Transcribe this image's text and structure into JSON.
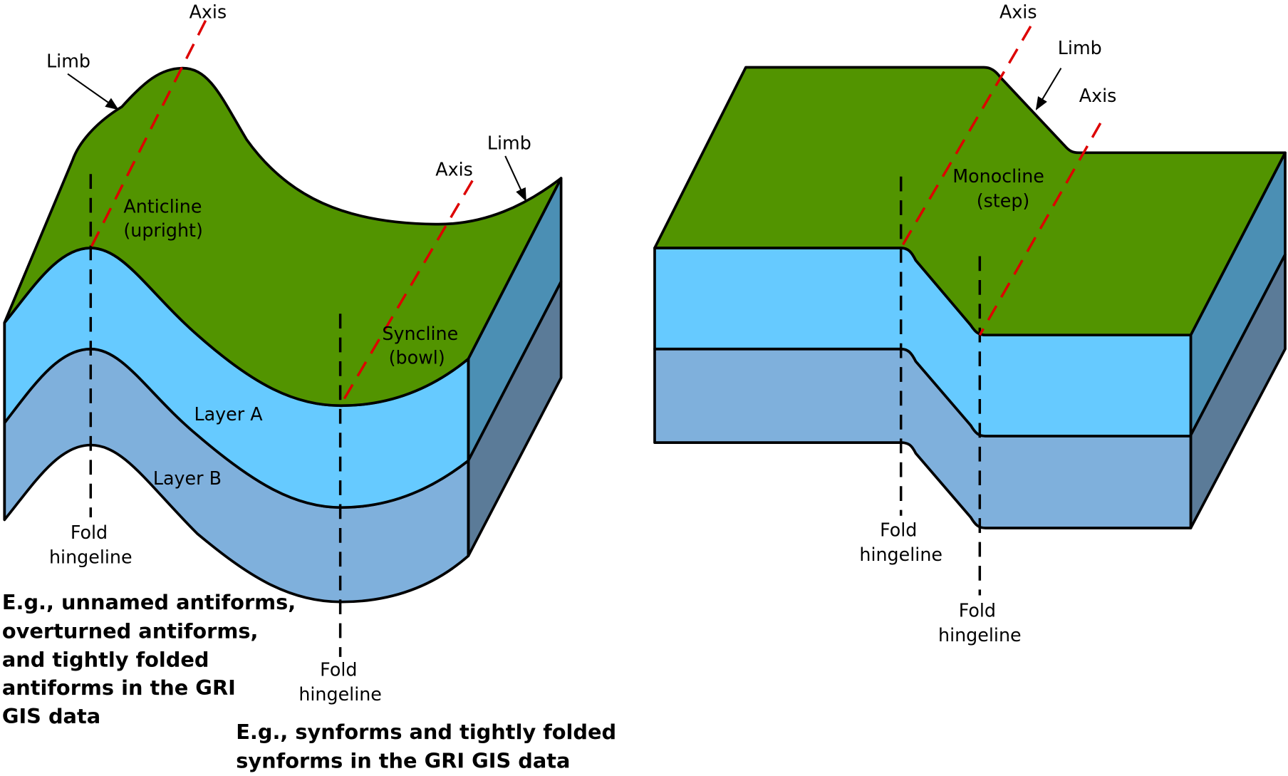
{
  "colors": {
    "surface": "#529400",
    "layer_a": "#66caff",
    "layer_b": "#7fb0dc",
    "side_a": "#4b8fb4",
    "side_b": "#5b7b98",
    "axis": "#dd0000",
    "outline": "#000000"
  },
  "left_diagram": {
    "axis_labels": [
      "Axis",
      "Axis"
    ],
    "limb_labels": [
      "Limb",
      "Limb"
    ],
    "anticline": [
      "Anticline",
      "(upright)"
    ],
    "syncline": [
      "Syncline",
      "(bowl)"
    ],
    "layer_a": "Layer A",
    "layer_b": "Layer B",
    "hingeline_1": [
      "Fold",
      "hingeline"
    ],
    "hingeline_2": [
      "Fold",
      "hingeline"
    ],
    "caption_antiforms": [
      "E.g., unnamed antiforms,",
      "overturned antiforms,",
      "and tightly folded",
      "antiforms in the GRI",
      "GIS data"
    ],
    "caption_synforms": [
      "E.g., synforms and tightly folded",
      "synforms in the GRI GIS data"
    ]
  },
  "right_diagram": {
    "axis_labels": [
      "Axis",
      "Axis"
    ],
    "limb_label": "Limb",
    "monocline": [
      "Monocline",
      "(step)"
    ],
    "hingeline_1": [
      "Fold",
      "hingeline"
    ],
    "hingeline_2": [
      "Fold",
      "hingeline"
    ]
  }
}
